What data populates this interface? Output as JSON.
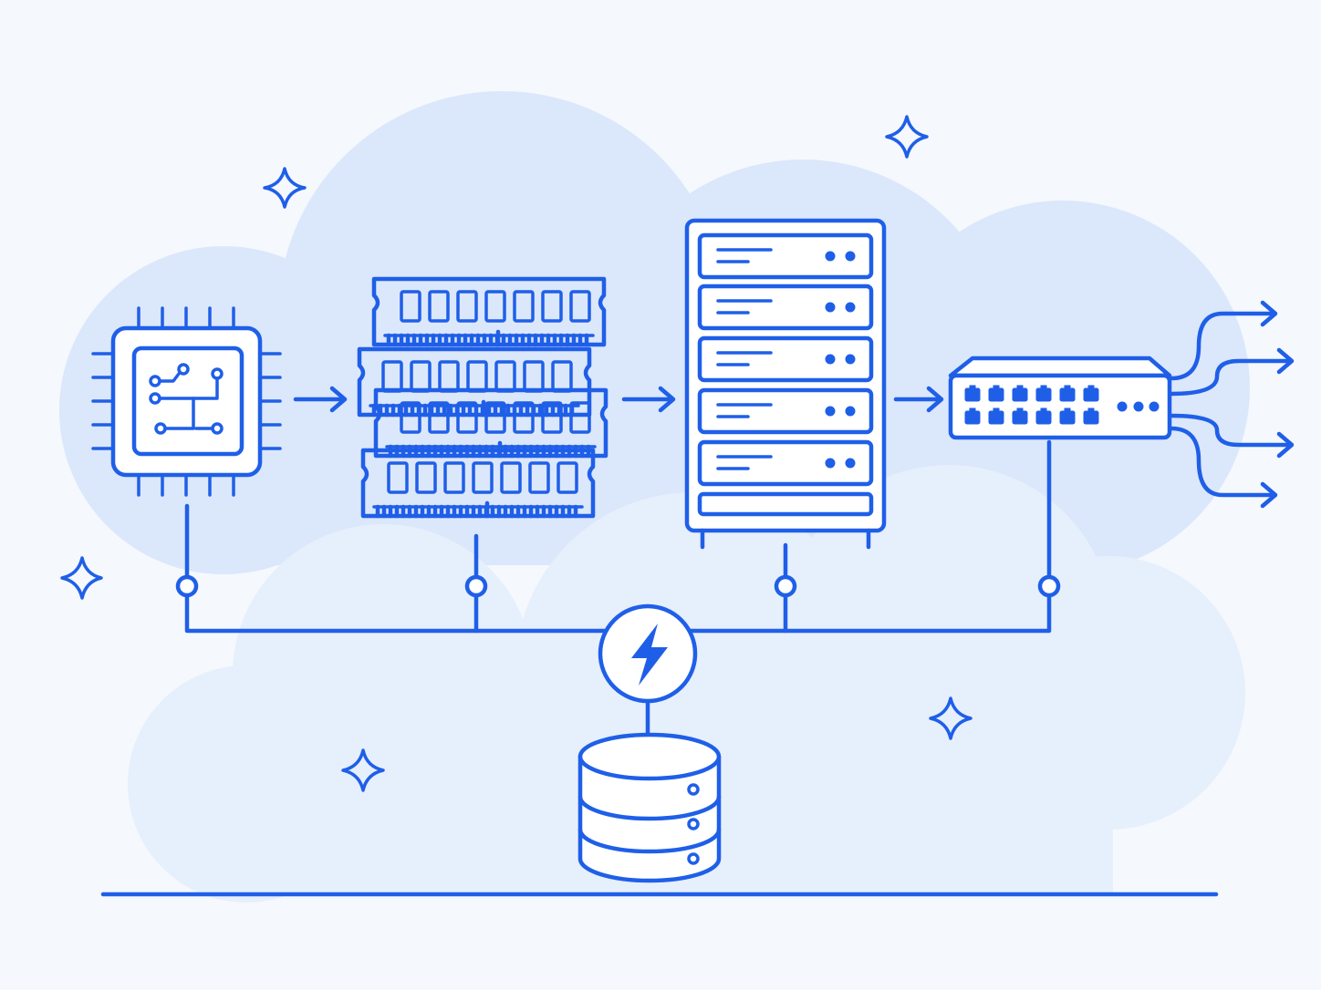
{
  "palette": {
    "background": "#f5f8fd",
    "cloud": "#dbe7fb",
    "cloud_light": "#e6effc",
    "stroke": "#1f5fe8",
    "fill": "#ffffff"
  },
  "diagram": {
    "flow": [
      {
        "id": "processor",
        "icon": "cpu-chip-icon"
      },
      {
        "id": "memory",
        "icon": "ram-modules-icon"
      },
      {
        "id": "server",
        "icon": "server-rack-icon"
      },
      {
        "id": "network",
        "icon": "network-switch-icon"
      }
    ],
    "hub": {
      "icon": "lightning-bolt-icon"
    },
    "storage": {
      "icon": "database-icon"
    },
    "outputs": 4,
    "decorations": {
      "sparkle_count": 5,
      "background": "cloud-shapes"
    }
  }
}
